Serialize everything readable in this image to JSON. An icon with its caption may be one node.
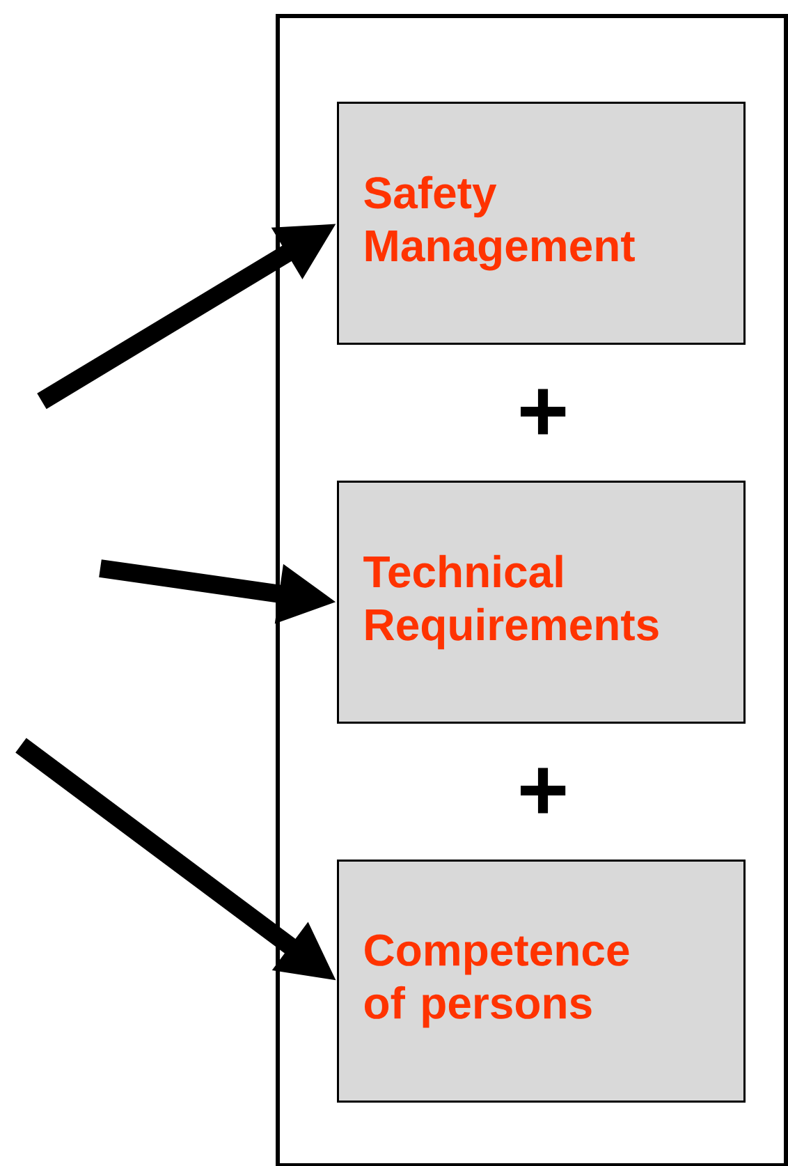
{
  "diagram": {
    "nodes": [
      {
        "text": [],
        "shape": "box"
      },
      {
        "text": [
          "Safety Management"
        ],
        "in": 0
      },
      {
        "text": [
          "Technical Requirements"
        ],
        "in": 0
      },
      {
        "text": [
          "Competence of persons"
        ],
        "in": 0
      }
    ],
    "edges": [
      {
        "from": null,
        "to": 1,
        "arrow": "to"
      },
      {
        "from": null,
        "to": 2,
        "arrow": "to"
      },
      {
        "from": null,
        "to": 3,
        "arrow": "to"
      }
    ],
    "labels": [
      "+",
      "+"
    ]
  }
}
